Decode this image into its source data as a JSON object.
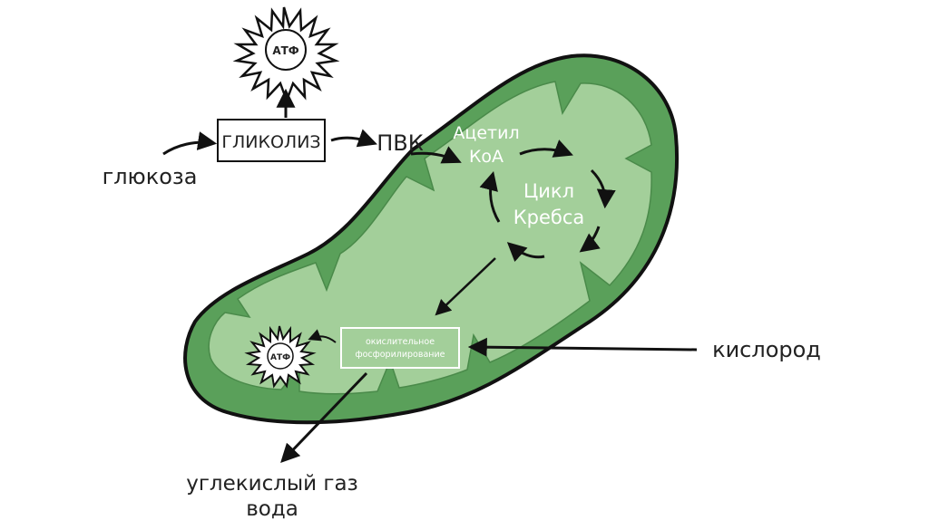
{
  "labels": {
    "atp_top": "АТФ",
    "glycolysis": "ГЛИКОЛИЗ",
    "glucose": "глюкоза",
    "pvk": "ПВК",
    "acetyl_line1": "Ацетил",
    "acetyl_line2": "КоА",
    "krebs_line1": "Цикл",
    "krebs_line2": "Кребса",
    "oxphos_line1": "окислительное",
    "oxphos_line2": "фосфорилирование",
    "atp_inner": "АТФ",
    "oxygen": "кислород",
    "products_line1": "углекислый газ",
    "products_line2": "вода"
  },
  "colors": {
    "outer_membrane": "#5aa05a",
    "inner_matrix": "#a3cf9a",
    "outline": "#111111",
    "text_dark": "#222222",
    "text_light": "#ffffff"
  }
}
